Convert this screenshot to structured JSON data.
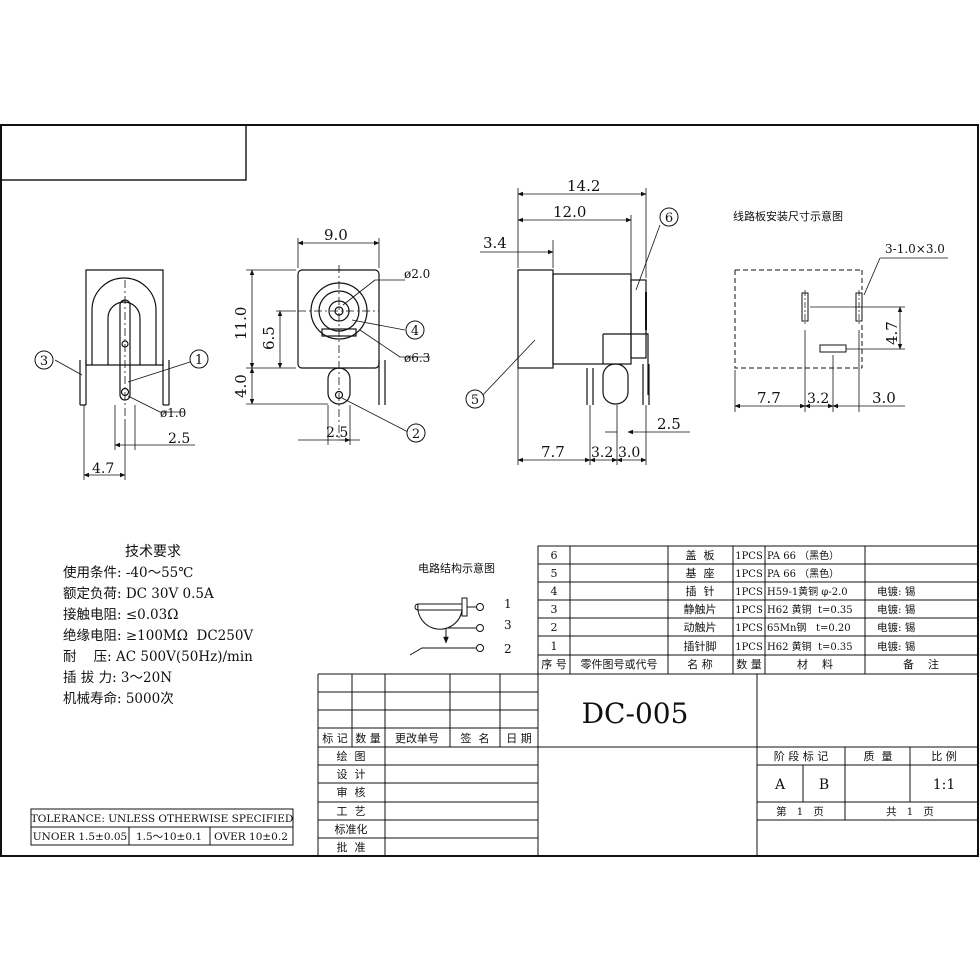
{
  "dims": {
    "front_width": "9.0",
    "front_height": "11.0",
    "center_height": "6.5",
    "pin_below": "4.0",
    "pin_offset": "2.5",
    "hole_small": "ø2.0",
    "hole_large": "ø6.3",
    "side_pin_dia": "ø1.0",
    "side_pitch": "2.5",
    "side_width": "4.7",
    "total_length": "14.2",
    "body_length": "12.0",
    "cap_length": "3.4",
    "right_pin_offset": "2.5",
    "bottom_a": "7.7",
    "bottom_b": "3.2",
    "bottom_c": "3.0",
    "pcb_slot": "3-1.0×3.0",
    "pcb_height": "4.7",
    "pcb_a": "7.7",
    "pcb_b": "3.2",
    "pcb_c": "3.0"
  },
  "callouts": [
    "1",
    "2",
    "3",
    "4",
    "5",
    "6"
  ],
  "pcb_title": "线路板安装尺寸示意图",
  "circuit": {
    "title": "电路结构示意图",
    "pins": [
      "1",
      "3",
      "2"
    ]
  },
  "tech": {
    "title": "技术要求",
    "lines": [
      "使用条件: -40～55℃",
      "额定负荷: DC 30V 0.5A",
      "接触电阻: ≤0.03Ω",
      "绝缘电阻: ≥100MΩ  DC250V",
      "耐    压: AC 500V(50Hz)/min",
      "插 拔 力: 3～20N",
      "机械寿命: 5000次"
    ]
  },
  "tolerance": {
    "title": "TOLERANCE: UNLESS OTHERWISE SPECIFIED",
    "cells": [
      "UNOER 1.5±0.05",
      "1.5～10±0.1",
      "OVER 10±0.2"
    ]
  },
  "bom": {
    "rows": [
      {
        "no": "6",
        "name": "盖  板",
        "qty": "1PCS",
        "material": "PA 66 （黑色）",
        "note": ""
      },
      {
        "no": "5",
        "name": "基  座",
        "qty": "1PCS",
        "material": "PA 66 （黑色）",
        "note": ""
      },
      {
        "no": "4",
        "name": "插  针",
        "qty": "1PCS",
        "material": "H59-1黄铜 φ-2.0",
        "note": "电镀: 锡"
      },
      {
        "no": "3",
        "name": "静触片",
        "qty": "1PCS",
        "material": "H62 黄铜  t=0.35",
        "note": "电镀: 锡"
      },
      {
        "no": "2",
        "name": "动触片",
        "qty": "1PCS",
        "material": "65Mn钢   t=0.20",
        "note": "电镀: 锡"
      },
      {
        "no": "1",
        "name": "插针脚",
        "qty": "1PCS",
        "material": "H62 黄铜  t=0.35",
        "note": "电镀: 锡"
      }
    ],
    "header": [
      "序 号",
      "零件图号或代号",
      "名 称",
      "数 量",
      "材    料",
      "备    注"
    ]
  },
  "title_block": {
    "part_no": "DC-005",
    "rev_labels": [
      "标 记",
      "数 量",
      "更改单号",
      "签  名",
      "日 期"
    ],
    "sign_labels": [
      "绘  图",
      "设  计",
      "审  核",
      "工  艺",
      "标准化",
      "批  准"
    ],
    "stage_label": "阶 段 标 记",
    "mass_label": "质  量",
    "scale_label": "比 例",
    "stage_a": "A",
    "stage_b": "B",
    "scale": "1:1",
    "sheet_label": "第   1   页",
    "total_label": "共   1   页"
  }
}
